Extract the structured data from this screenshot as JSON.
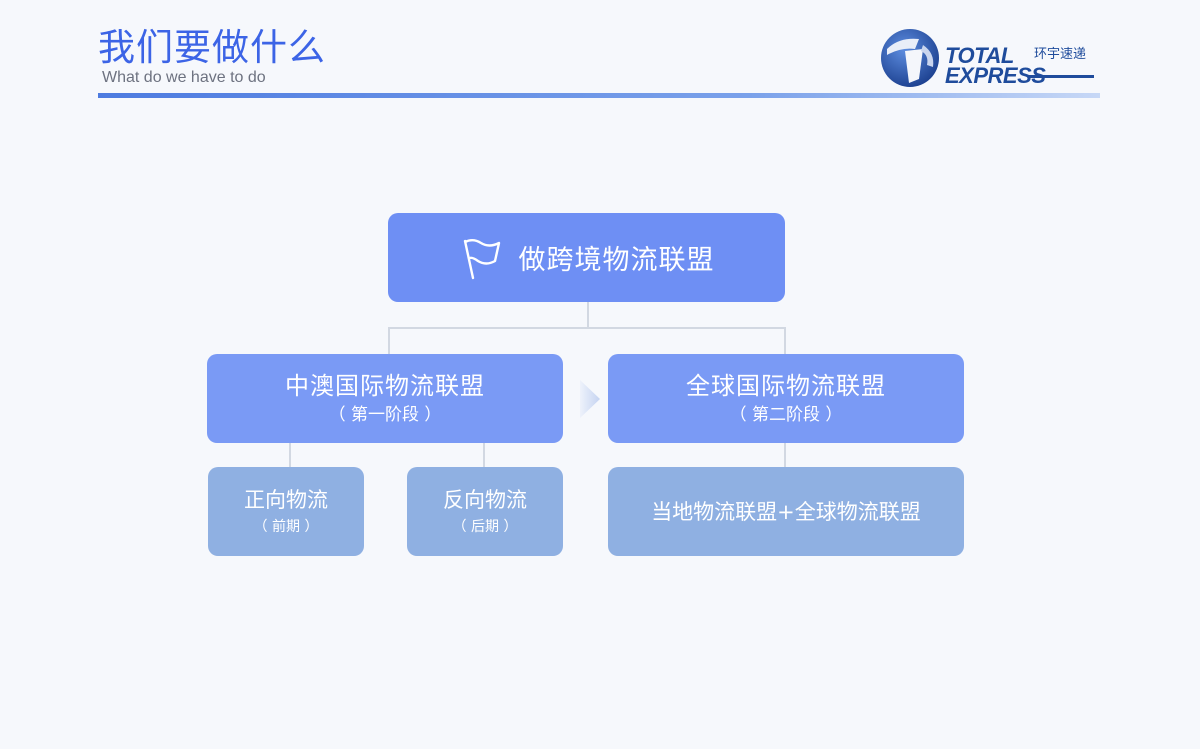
{
  "header": {
    "title": "我们要做什么",
    "subtitle": "What do we have to do",
    "logo": {
      "line1": "TOTAL",
      "line2": "EXPRESS",
      "cn": "环宇速递",
      "accent": "#1f4c9c"
    }
  },
  "diagram": {
    "root": {
      "label": "做跨境物流联盟",
      "icon": "flag-icon"
    },
    "stage1": {
      "label": "中澳国际物流联盟",
      "sub": "（ 第一阶段 ）",
      "children": [
        {
          "label": "正向物流",
          "sub": "（ 前期 ）"
        },
        {
          "label": "反向物流",
          "sub": "（ 后期 ）"
        }
      ]
    },
    "stage2": {
      "label": "全球国际物流联盟",
      "sub": "（ 第二阶段 ）",
      "children": [
        {
          "label": "当地物流联盟+全球物流联盟"
        }
      ]
    },
    "colors": {
      "root": "#6e8ff4",
      "stage": "#7a9af5",
      "leaf": "#8fb0e2",
      "title": "#3c64e6"
    }
  }
}
